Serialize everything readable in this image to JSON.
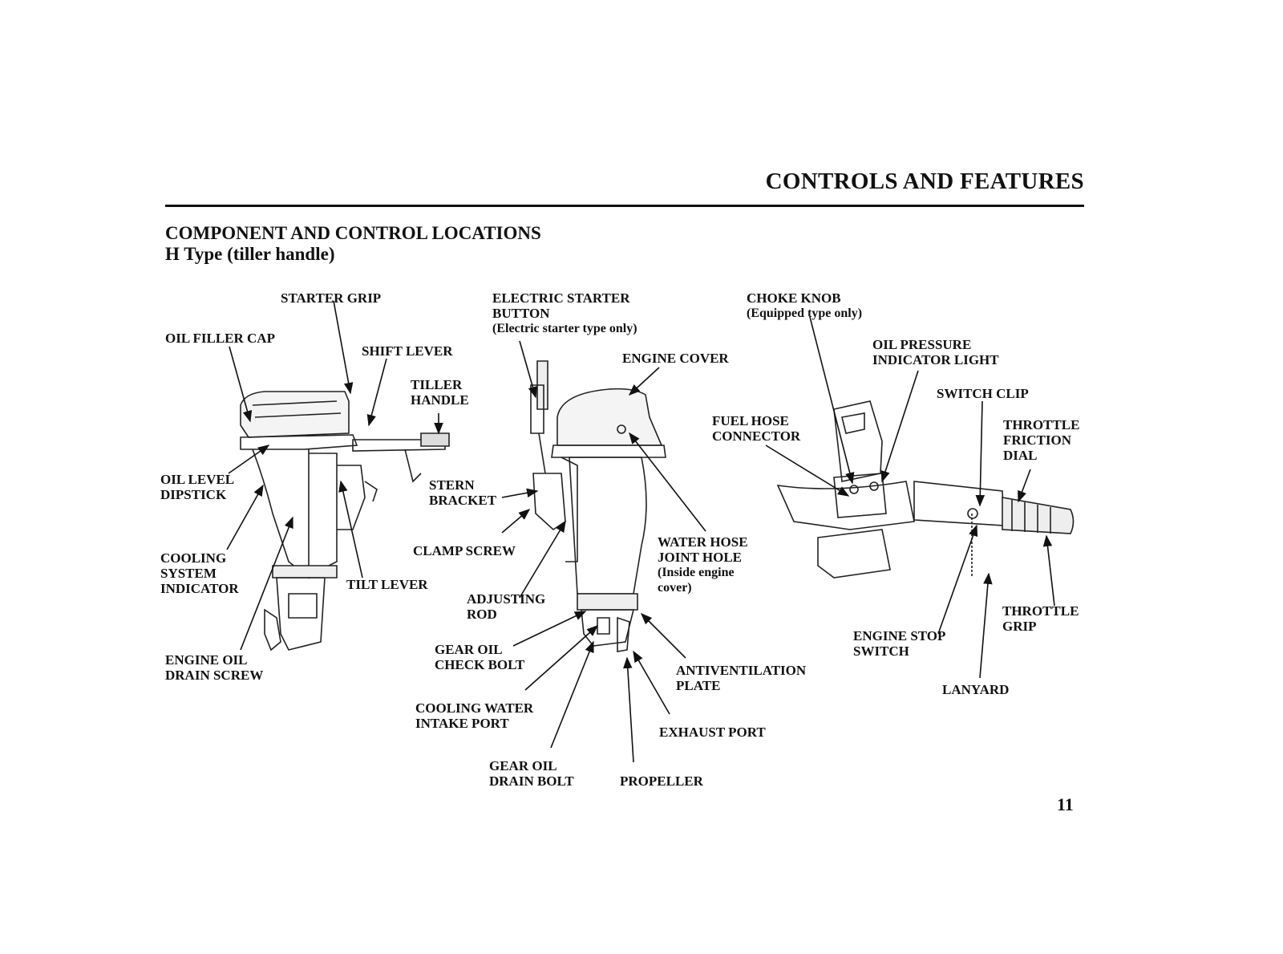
{
  "header": {
    "section": "CONTROLS AND FEATURES"
  },
  "section": {
    "title": "COMPONENT AND CONTROL LOCATIONS",
    "subtitle": "H Type (tiller handle)"
  },
  "page_number": "11",
  "labels": {
    "starter_grip": [
      "STARTER GRIP"
    ],
    "oil_filler_cap": [
      "OIL FILLER CAP"
    ],
    "shift_lever": [
      "SHIFT LEVER"
    ],
    "tiller_handle": [
      "TILLER",
      "HANDLE"
    ],
    "oil_level_dipstick": [
      "OIL LEVEL",
      "DIPSTICK"
    ],
    "stern_bracket": [
      "STERN",
      "BRACKET"
    ],
    "clamp_screw": [
      "CLAMP SCREW"
    ],
    "cooling_system_indicator": [
      "COOLING",
      "SYSTEM",
      "INDICATOR"
    ],
    "tilt_lever": [
      "TILT LEVER"
    ],
    "adjusting_rod": [
      "ADJUSTING",
      "ROD"
    ],
    "engine_oil_drain_screw": [
      "ENGINE OIL",
      "DRAIN SCREW"
    ],
    "gear_oil_check_bolt": [
      "GEAR OIL",
      "CHECK BOLT"
    ],
    "cooling_water_intake_port": [
      "COOLING WATER",
      "INTAKE PORT"
    ],
    "gear_oil_drain_bolt": [
      "GEAR OIL",
      "DRAIN BOLT"
    ],
    "propeller": [
      "PROPELLER"
    ],
    "exhaust_port": [
      "EXHAUST PORT"
    ],
    "antiventilation_plate": [
      "ANTIVENTILATION",
      "PLATE"
    ],
    "electric_starter_button": [
      "ELECTRIC STARTER",
      "BUTTON"
    ],
    "electric_starter_note": "(Electric starter type only)",
    "engine_cover": [
      "ENGINE COVER"
    ],
    "water_hose_joint_hole": [
      "WATER HOSE",
      "JOINT HOLE"
    ],
    "water_hose_note": [
      "(Inside engine",
      "cover)"
    ],
    "choke_knob": [
      "CHOKE KNOB"
    ],
    "choke_note": "(Equipped type only)",
    "oil_pressure_indicator_light": [
      "OIL PRESSURE",
      "INDICATOR LIGHT"
    ],
    "switch_clip": [
      "SWITCH CLIP"
    ],
    "fuel_hose_connector": [
      "FUEL HOSE",
      "CONNECTOR"
    ],
    "throttle_friction_dial": [
      "THROTTLE",
      "FRICTION",
      "DIAL"
    ],
    "throttle_grip": [
      "THROTTLE",
      "GRIP"
    ],
    "engine_stop_switch": [
      "ENGINE STOP",
      "SWITCH"
    ],
    "lanyard": [
      "LANYARD"
    ]
  }
}
